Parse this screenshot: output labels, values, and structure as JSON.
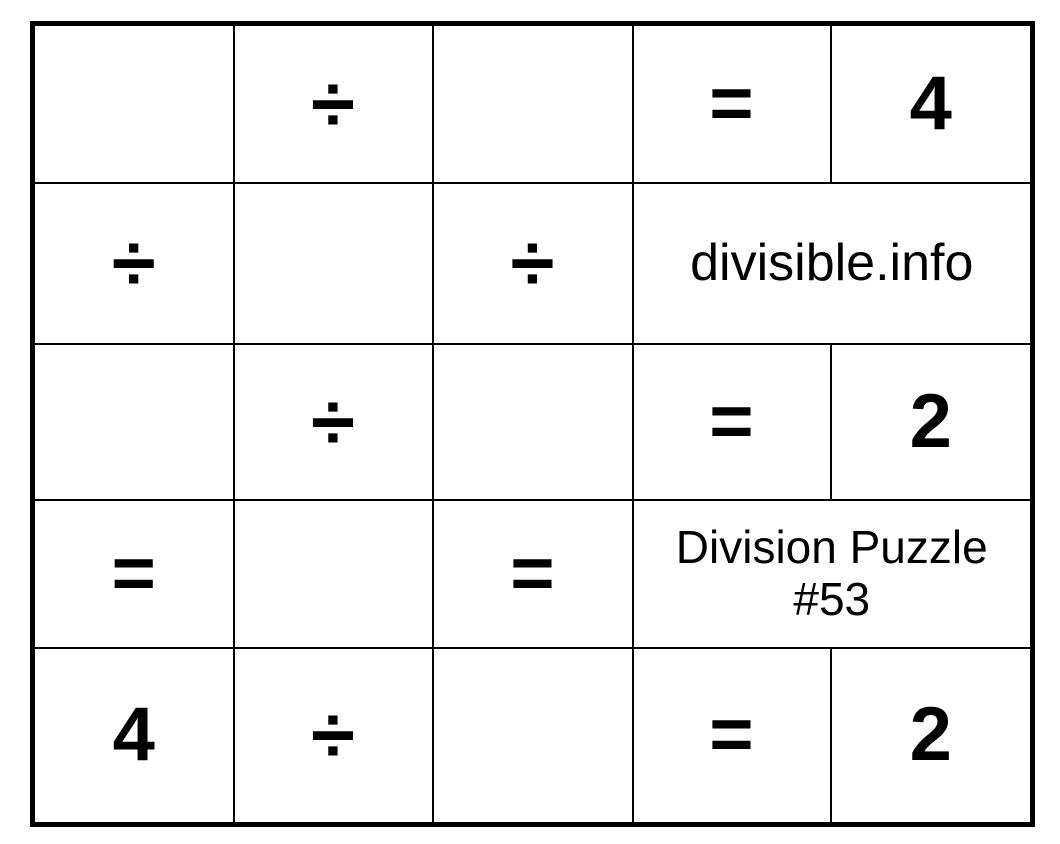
{
  "puzzle": {
    "title_line_1": "Division Puzzle",
    "title_line_2": "#53",
    "brand": "divisible.info",
    "puzzle_number": "#53",
    "background_color": "#ffffff",
    "grid_line_color": "#000000",
    "shaded_cell_color": "#c0c0c0",
    "text_color": "#000000",
    "columns": 5,
    "rows": 5,
    "symbols": {
      "divide": "÷",
      "equals": "=",
      "empty": ""
    },
    "cells": {
      "r1c1": "",
      "r1c2": "÷",
      "r1c3": "",
      "r1c4": "=",
      "r1c5": "4",
      "r2c1": "÷",
      "r2c2": "",
      "r2c3": "÷",
      "r2c45": "divisible.info",
      "r3c1": "",
      "r3c2": "÷",
      "r3c3": "",
      "r3c4": "=",
      "r3c5": "2",
      "r4c1": "=",
      "r4c2": "",
      "r4c3": "=",
      "r4c45_line1": "Division Puzzle",
      "r4c45_line2": "#53",
      "r5c1": "4",
      "r5c2": "÷",
      "r5c3": "",
      "r5c4": "=",
      "r5c5": "2"
    },
    "equations": {
      "row_1": {
        "operands": [
          "",
          ""
        ],
        "operator": "÷",
        "relation": "=",
        "result": "4"
      },
      "row_3": {
        "operands": [
          "",
          ""
        ],
        "operator": "÷",
        "relation": "=",
        "result": "2"
      },
      "row_5": {
        "operands": [
          "4",
          ""
        ],
        "operator": "÷",
        "relation": "=",
        "result": "2"
      },
      "col_1": {
        "operands": [
          "",
          ""
        ],
        "operator": "÷",
        "relation": "=",
        "result": "4"
      },
      "col_3": {
        "operands": [
          "",
          ""
        ],
        "operator": "÷",
        "relation": "=",
        "result": ""
      }
    }
  }
}
